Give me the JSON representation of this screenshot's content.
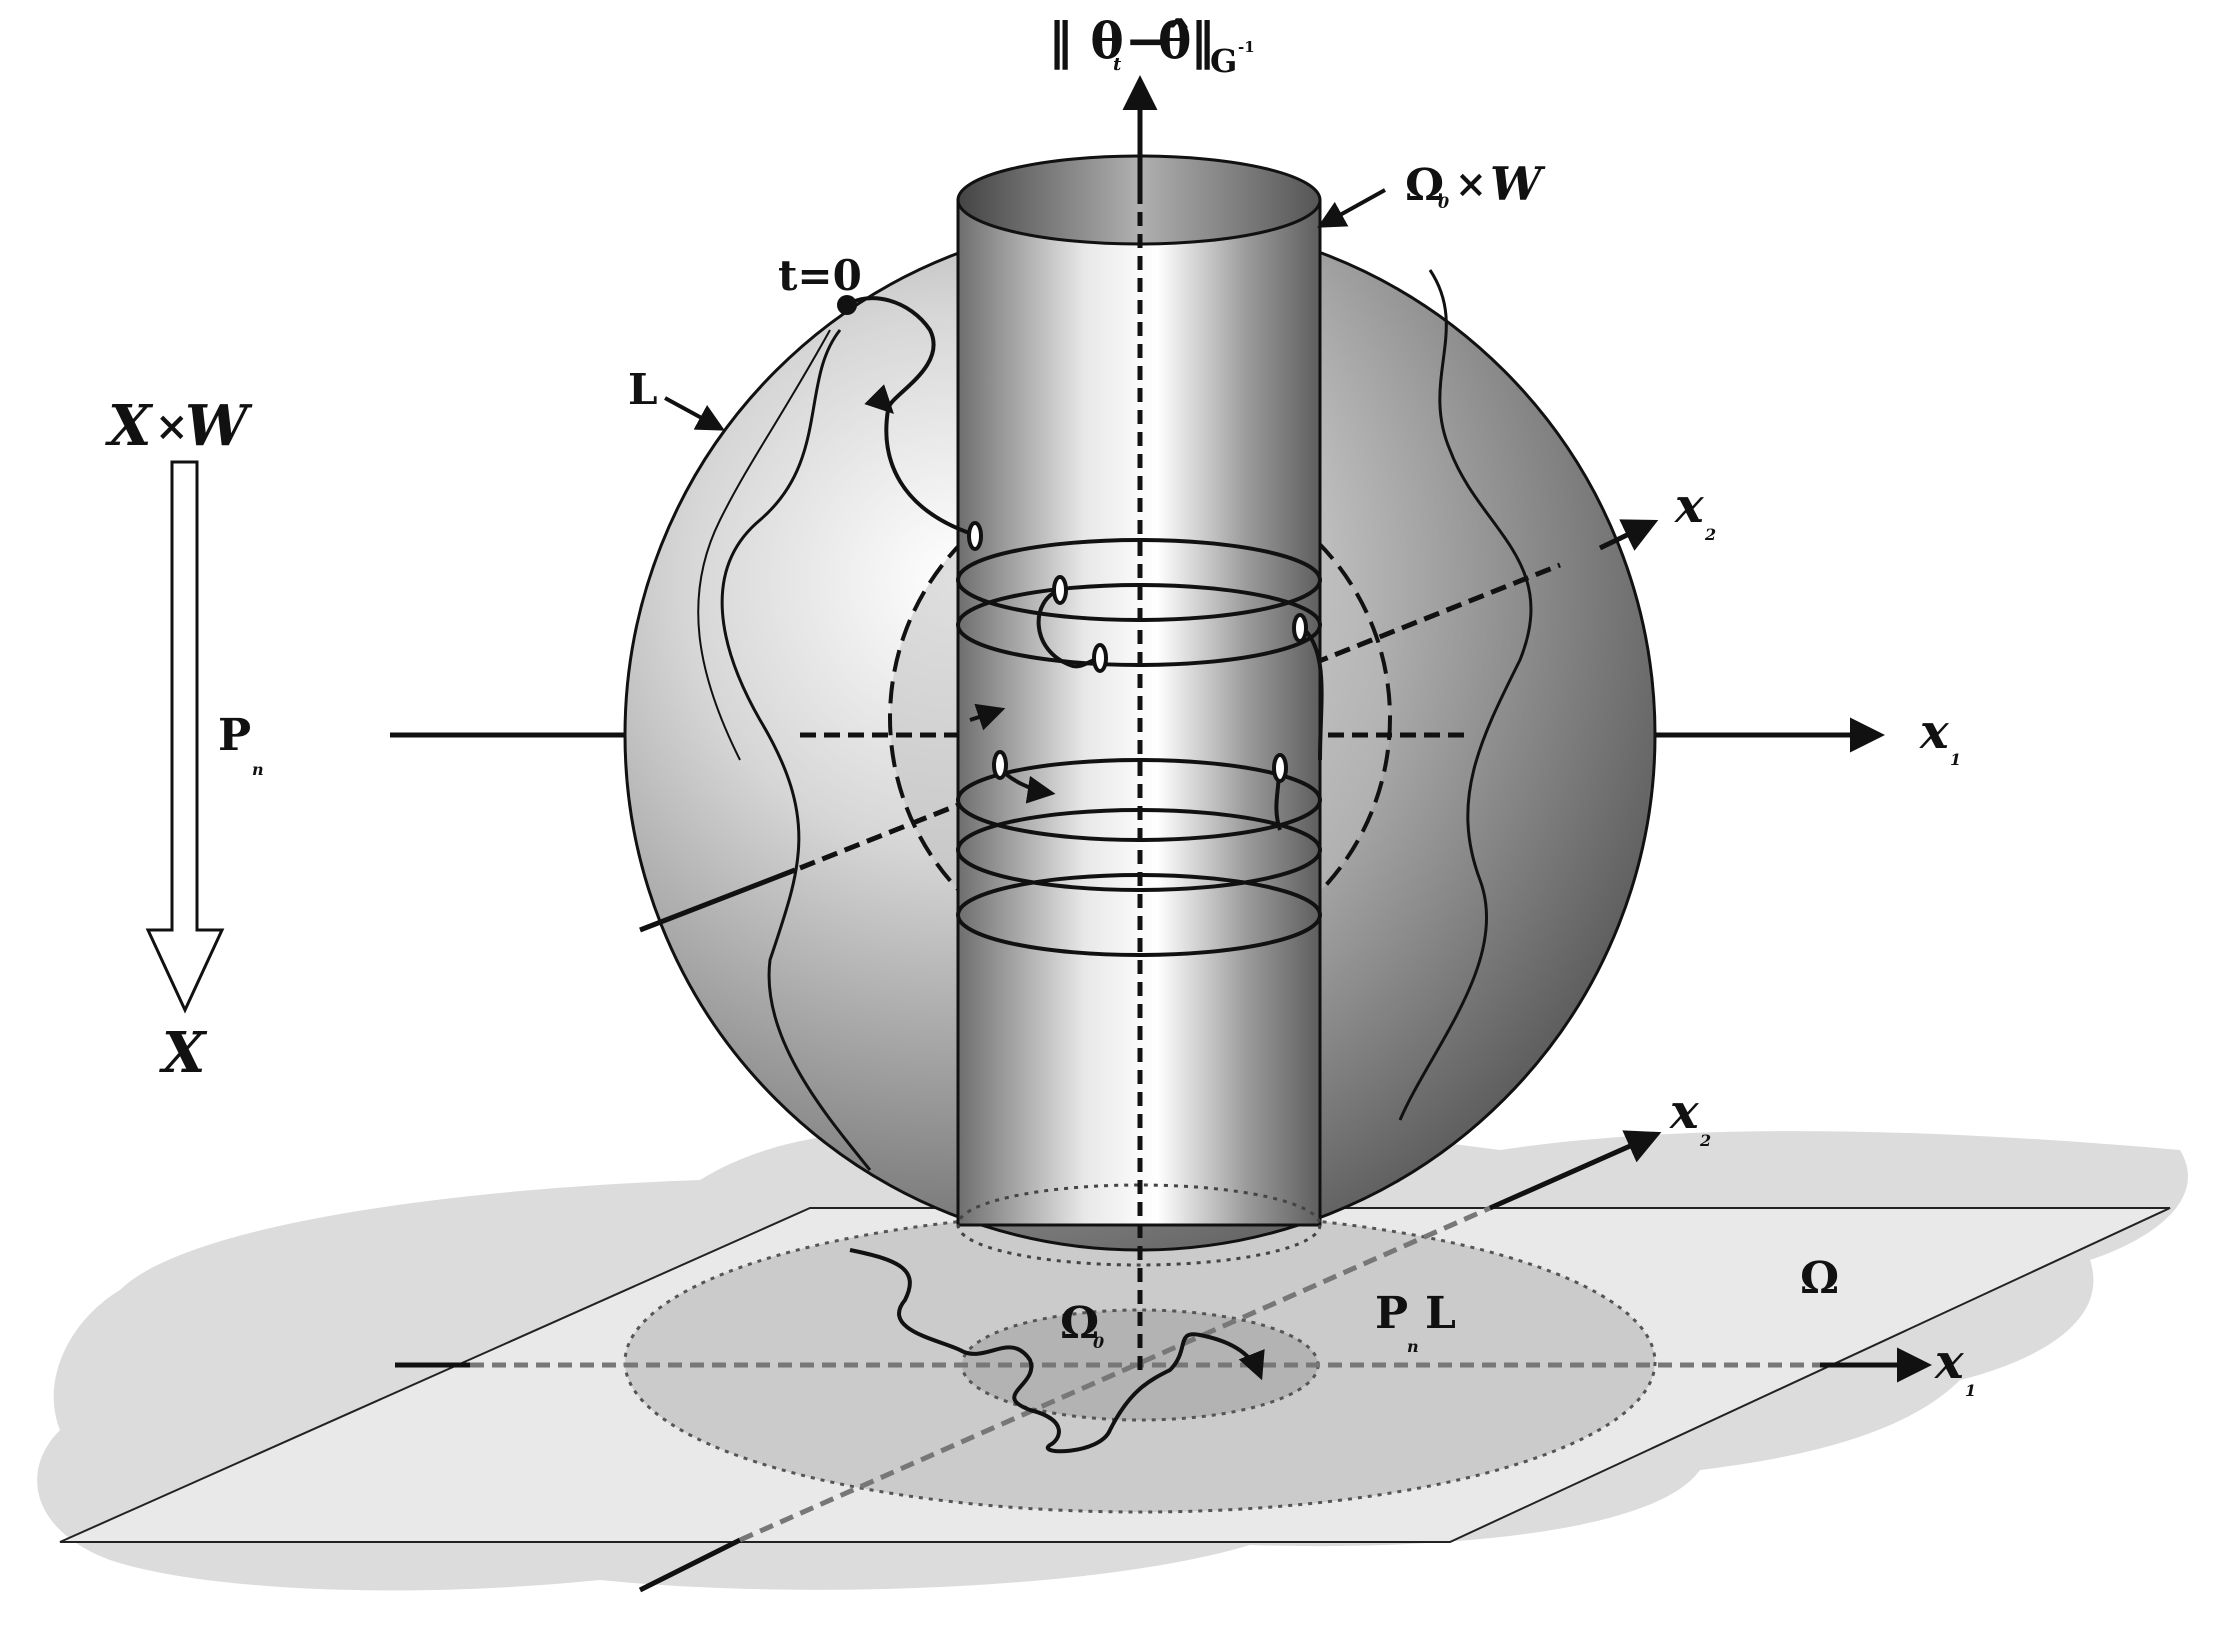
{
  "labels": {
    "vertical_axis_main": "‖ θ",
    "vertical_axis_sub": "t",
    "vertical_axis_mid": "−",
    "vertical_axis_hat": "θ̂",
    "vertical_axis_norm": "‖",
    "vertical_axis_G": "G",
    "vertical_axis_G_sup": "-1",
    "cylinder_omega": "Ω",
    "cylinder_omega_sub": "0",
    "cylinder_times": "×",
    "cylinder_W": "W",
    "t0": "t=0",
    "L": "L",
    "XW_X": "X",
    "XW_times": "×",
    "XW_W": "W",
    "Pn": "P",
    "Pn_sub": "n",
    "X_bottom": "X",
    "x1_upper": "x",
    "x1_upper_sub": "1",
    "x2_upper": "x",
    "x2_upper_sub": "2",
    "x1_lower": "x",
    "x1_lower_sub": "1",
    "x2_lower": "x",
    "x2_lower_sub": "2",
    "Omega_plane": "Ω",
    "Omega0_plane": "Ω",
    "Omega0_plane_sub": "0",
    "PnL_P": "P",
    "PnL_sub": "n",
    "PnL_L": "L"
  },
  "colors": {
    "ink": "#111111",
    "shadow": "#d9d9d9",
    "plane": "#e6e6e6",
    "disk_outer": "#cfcfcf",
    "disk_inner": "#b5b5b5",
    "dashed_axis": "#777777"
  }
}
